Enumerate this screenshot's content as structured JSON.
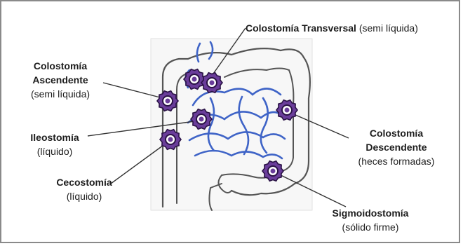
{
  "labels": {
    "transversal": {
      "bold": "Colostomía Transversal",
      "normal": "(semi líquida)"
    },
    "ascendente": {
      "bold_line1": "Colostomía",
      "bold_line2": "Ascendente",
      "normal": "(semi líquida)"
    },
    "ileostomia": {
      "bold": "Ileostomía",
      "normal": "(líquido)"
    },
    "cecostomia": {
      "bold": "Cecostomía",
      "normal": "(líquido)"
    },
    "descendente": {
      "bold_line1": "Colostomía",
      "bold_line2": "Descendente",
      "normal": "(heces formadas)"
    },
    "sigmoidostomia": {
      "bold": "Sigmoidostomía",
      "normal": "(sólido firme)"
    }
  },
  "colors": {
    "stoma_fill": "#6a3d9a",
    "stoma_ring": "#2a1245",
    "intestine": "#3f64c7",
    "colon_outline": "#555555",
    "leader_line": "#333333"
  }
}
